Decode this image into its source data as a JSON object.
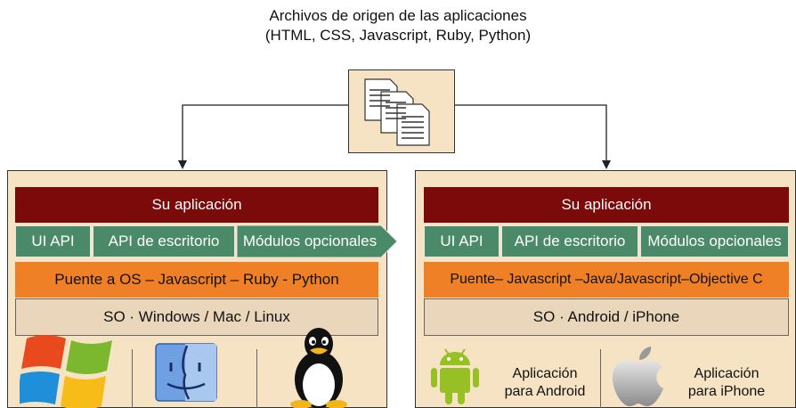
{
  "title": {
    "line1": "Archivos de origen de las aplicaciones",
    "line2": "(HTML, CSS, Javascript, Ruby, Python)"
  },
  "icons": {
    "source_files": "documents-icon",
    "windows": "windows-logo-icon",
    "mac": "mac-finder-logo-icon",
    "linux": "linux-tux-logo-icon",
    "android": "android-robot-icon",
    "apple": "apple-logo-icon"
  },
  "desktop": {
    "app": "Su aplicación",
    "modules": [
      "UI API",
      "API de escritorio",
      "Módulos opcionales"
    ],
    "bridge": "Puente a OS – Javascript – Ruby - Python",
    "os": "SO · Windows / Mac / Linux"
  },
  "mobile": {
    "app": "Su aplicación",
    "modules": [
      "UI API",
      "API de escritorio",
      "Módulos opcionales"
    ],
    "bridge": "Puente– Javascript –Java/Javascript–Objective C",
    "os": "SO · Android / iPhone",
    "android_label": [
      "Aplicación",
      "para Android"
    ],
    "iphone_label": [
      "Aplicación",
      "para iPhone"
    ]
  },
  "colors": {
    "panel_bg": "#f6e3c3",
    "app_layer": "#7b0a0a",
    "api_layer": "#4b8a68",
    "bridge_layer": "#f08025",
    "os_layer": "#e9d6bb"
  }
}
